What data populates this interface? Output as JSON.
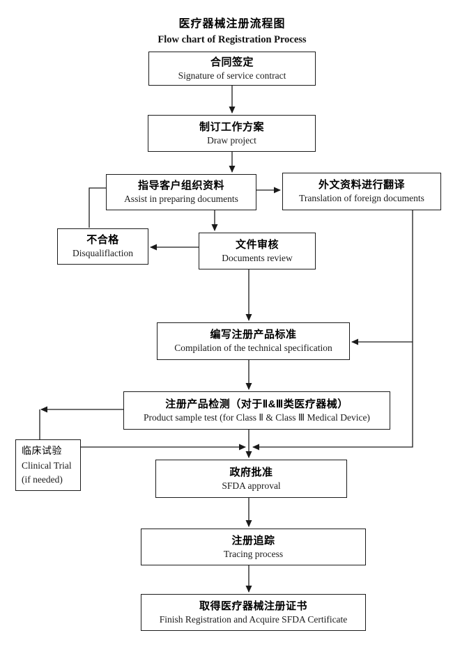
{
  "title": {
    "cn": "医疗器械注册流程图",
    "en": "Flow chart of Registration Process"
  },
  "nodes": {
    "contract": {
      "cn": "合同签定",
      "en": "Signature of service contract"
    },
    "project": {
      "cn": "制订工作方案",
      "en": "Draw project"
    },
    "assist": {
      "cn": "指导客户组织资料",
      "en": "Assist in preparing documents"
    },
    "translation": {
      "cn": "外文资料进行翻译",
      "en": "Translation of foreign documents"
    },
    "disqualification": {
      "cn": "不合格",
      "en": "Disqualiflaction"
    },
    "review": {
      "cn": "文件审核",
      "en": "Documents review"
    },
    "compilation": {
      "cn": "编写注册产品标准",
      "en": "Compilation of the technical specification"
    },
    "sample_test": {
      "cn": "注册产品检测（对于Ⅱ&Ⅲ类医疗器械）",
      "en": "Product sample test (for Class Ⅱ & Class Ⅲ Medical Device)"
    },
    "clinical": {
      "cn": "临床试验",
      "en": "Clinical Trial",
      "en2": "(if needed)"
    },
    "approval": {
      "cn": "政府批准",
      "en": "SFDA approval"
    },
    "tracing": {
      "cn": "注册追踪",
      "en": "Tracing process"
    },
    "certificate": {
      "cn": "取得医疗器械注册证书",
      "en": "Finish Registration and Acquire SFDA Certificate"
    }
  },
  "colors": {
    "background": "#ffffff",
    "box_border": "#1a1a1a",
    "connector": "#1a1a1a",
    "text": "#000000"
  }
}
